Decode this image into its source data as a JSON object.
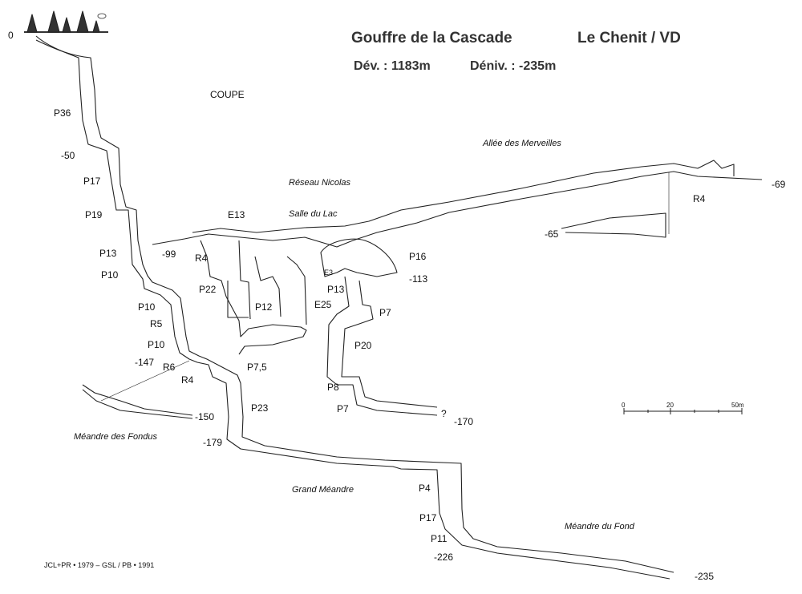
{
  "header": {
    "title": "Gouffre de la Cascade",
    "location": "Le Chenit / VD",
    "dev": "Dév. :  1183m",
    "deniv": "Déniv. : -235m",
    "view": "COUPE"
  },
  "depths": {
    "d0": "0",
    "d50": "-50",
    "d99": "-99",
    "d113": "-113",
    "d147": "-147",
    "d150": "-150",
    "d179": "-179",
    "d170": "-170",
    "d65": "-65",
    "d69": "-69",
    "d226": "-226",
    "d235": "-235"
  },
  "pitches": {
    "p36": "P36",
    "p17a": "P17",
    "p19": "P19",
    "p13a": "P13",
    "p10a": "P10",
    "p10b": "P10",
    "r5": "R5",
    "p10c": "P10",
    "r6": "R6",
    "r4a": "R4",
    "r4b": "R4",
    "p22": "P22",
    "e13": "E13",
    "p12": "P12",
    "e25": "E25",
    "p75": "P7,5",
    "p23": "P23",
    "e3": "E3",
    "p13b": "P13",
    "p16": "P16",
    "p7a": "P7",
    "p20": "P20",
    "p8": "P8",
    "p7b": "P7",
    "q": "?",
    "r4c": "R4",
    "p4": "P4",
    "p17b": "P17",
    "p11": "P11"
  },
  "names": {
    "allee": "Allée des Merveilles",
    "nicolas": "Réseau Nicolas",
    "lac": "Salle du Lac",
    "fondus": "Méandre des Fondus",
    "grand": "Grand Méandre",
    "fond": "Méandre du Fond"
  },
  "scale": {
    "t0": "0",
    "t20": "20",
    "t50": "50m"
  },
  "credits": "JCL+PR • 1979  –  GSL / PB • 1991"
}
